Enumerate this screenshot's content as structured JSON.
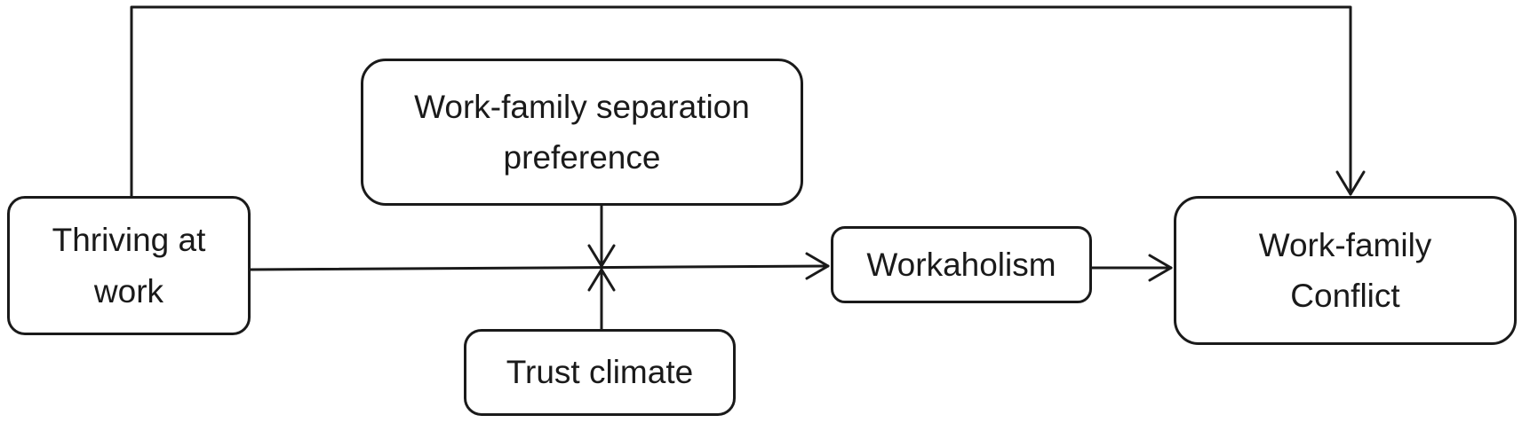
{
  "diagram": {
    "nodes": {
      "thriving": {
        "label": "Thriving at\nwork"
      },
      "separation_preference": {
        "label": "Work-family separation\npreference"
      },
      "trust_climate": {
        "label": "Trust climate"
      },
      "workaholism": {
        "label": "Workaholism"
      },
      "conflict": {
        "label": "Work-family\nConflict"
      }
    },
    "edges": [
      {
        "from": "thriving",
        "to": "workaholism"
      },
      {
        "from": "workaholism",
        "to": "conflict"
      },
      {
        "from": "thriving",
        "to": "conflict"
      },
      {
        "from": "separation_preference",
        "to": "thriving-workaholism path"
      },
      {
        "from": "trust_climate",
        "to": "thriving-workaholism path"
      }
    ],
    "line_color": "#1a1a1a"
  }
}
